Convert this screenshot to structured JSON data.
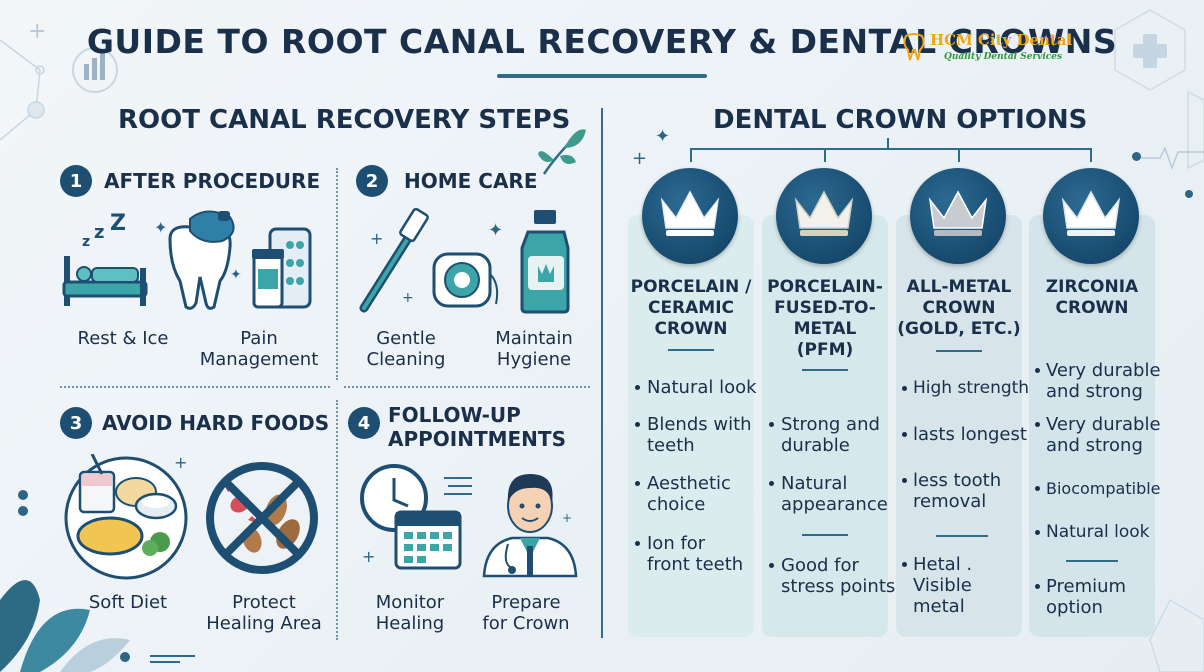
{
  "header": {
    "title": "GUIDE TO ROOT CANAL RECOVERY & DENTAL CROWNS",
    "logo_name": "HCM City Dental",
    "logo_tagline": "Quality Dental Services"
  },
  "left": {
    "section_title": "ROOT CANAL RECOVERY STEPS",
    "steps": [
      {
        "num": "1",
        "title": "AFTER PROCEDURE",
        "captions": [
          "Rest & Ice",
          "Pain\nManagement"
        ]
      },
      {
        "num": "2",
        "title": "HOME CARE",
        "captions": [
          "Gentle\nCleaning",
          "Maintain\nHygiene"
        ]
      },
      {
        "num": "3",
        "title": "AVOID HARD FOODS",
        "captions": [
          "Soft Diet",
          "Protect\nHealing Area"
        ]
      },
      {
        "num": "4",
        "title": "FOLLOW-UP\nAPPOINTMENTS",
        "captions": [
          "Monitor\nHealing",
          "Prepare\nfor Crown"
        ]
      }
    ]
  },
  "right": {
    "section_title": "DENTAL CROWN OPTIONS",
    "crowns": [
      {
        "name": "PORCELAIN /\nCERAMIC\nCROWN",
        "features": [
          "Natural look",
          "Blends with\nteeth",
          "Aesthetic\nchoice",
          "Ion for\nfront teeth"
        ]
      },
      {
        "name": "PORCELAIN-\nFUSED-TO-\nMETAL\n(PFM)",
        "features": [
          "Strong and\ndurable",
          "Natural\nappearance",
          "Good for\nstress points"
        ]
      },
      {
        "name": "ALL-METAL\nCROWN\n(GOLD, ETC.)",
        "features": [
          "High strength",
          "lasts longest",
          "less tooth\nremoval",
          "Hetal .\nVisible\nmetal"
        ]
      },
      {
        "name": "ZIRCONIA\nCROWN",
        "features": [
          "Very durable\nand strong",
          "Very durable\nand strong",
          "Biocompatible",
          "Natural look",
          "Premium\noption"
        ]
      }
    ]
  },
  "colors": {
    "navy": "#1a2f4a",
    "accent": "#2f6c88",
    "teal": "#3aa5a8",
    "card_bg": "#d8ebee"
  }
}
